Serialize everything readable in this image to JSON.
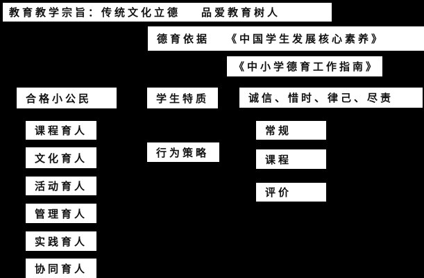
{
  "palette": {
    "background": "#000000",
    "box_background": "#ffffff",
    "border": "#000000",
    "text": "#111111"
  },
  "banner": {
    "left": "教育教学宗旨：传统文化立德",
    "right": "品爱教育树人"
  },
  "basis": {
    "label": "德育依据",
    "reference": "《中国学生发展核心素养》"
  },
  "guide": {
    "text": "《中小学德育工作指南》"
  },
  "citizen": {
    "text": "合格小公民"
  },
  "traits": {
    "label": "学生特质",
    "values": "诚信、惜时、律己、尽责"
  },
  "paths": {
    "items": [
      "课程育人",
      "文化育人",
      "活动育人",
      "管理育人",
      "实践育人",
      "协同育人"
    ]
  },
  "strategy": {
    "label": "行为策略",
    "items": [
      "常规",
      "课程",
      "评价"
    ]
  }
}
